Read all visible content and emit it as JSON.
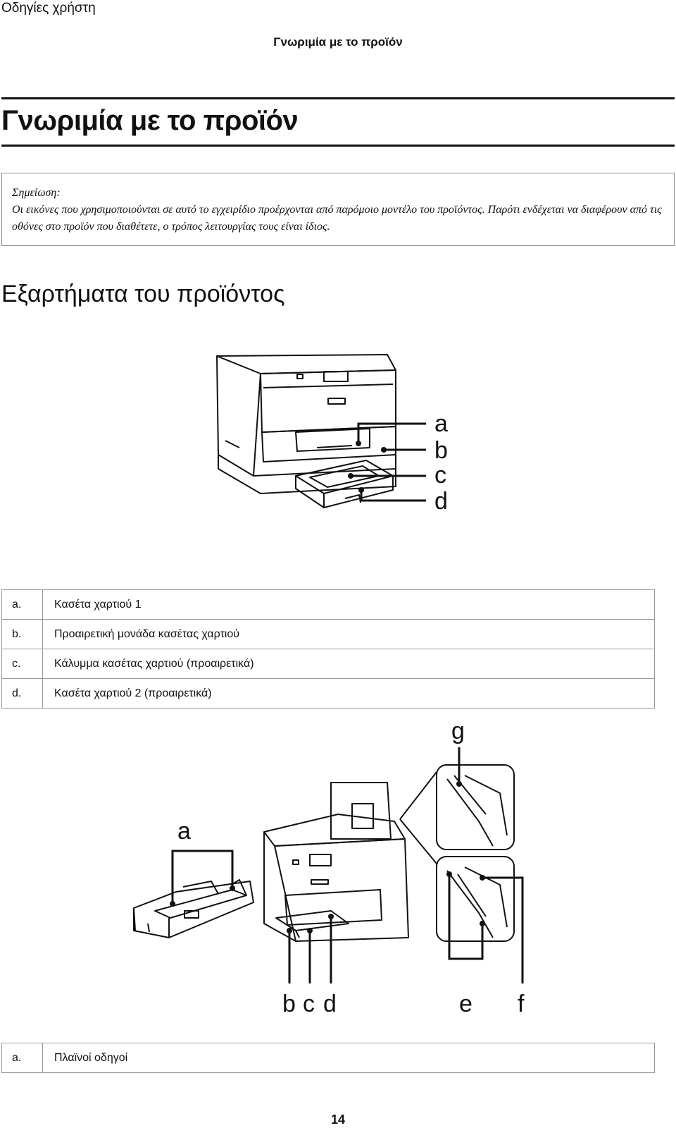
{
  "running_header": "Οδηγίες χρήστη",
  "section_header": "Γνωριμία με το προϊόν",
  "title": "Γνωριμία με το προϊόν",
  "note": {
    "label": "Σημείωση:",
    "text": "Οι εικόνες που χρησιμοποιούνται σε αυτό το εγχειρίδιο προέρχονται από παρόμοιο μοντέλο του προϊόντος. Παρότι ενδέχεται να διαφέρουν από τις οθόνες στο προϊόν που διαθέτετε, ο τρόπος λειτουργίας τους είναι ίδιος."
  },
  "section_title": "Εξαρτήματα του προϊόντος",
  "figure1": {
    "callouts": [
      "a",
      "b",
      "c",
      "d"
    ]
  },
  "table1": [
    {
      "key": "a.",
      "value": "Κασέτα χαρτιού 1"
    },
    {
      "key": "b.",
      "value": "Προαιρετική μονάδα κασέτας χαρτιού"
    },
    {
      "key": "c.",
      "value": "Κάλυμμα κασέτας χαρτιού (προαιρετικά)"
    },
    {
      "key": "d.",
      "value": "Κασέτα χαρτιού 2 (προαιρετικά)"
    }
  ],
  "figure2": {
    "callouts": {
      "g": "g",
      "a": "a",
      "b": "b",
      "c": "c",
      "d": "d",
      "e": "e",
      "f": "f"
    }
  },
  "table2": [
    {
      "key": "a.",
      "value": "Πλαϊνοί οδηγοί"
    }
  ],
  "page_number": "14"
}
